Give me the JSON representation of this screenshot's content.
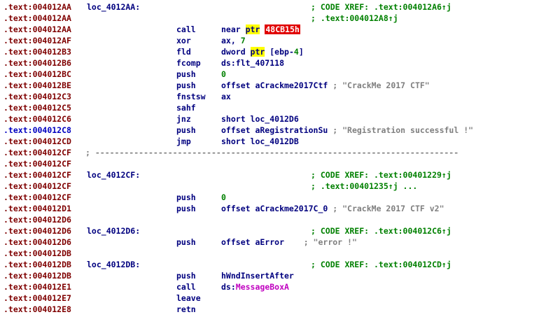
{
  "segment": ".text",
  "lines": [
    {
      "addr": "004012AA",
      "label": "loc_4012AA:",
      "xref": "; CODE XREF: .text:004012A6↑j"
    },
    {
      "addr": "004012AA",
      "xref": "; .text:004012A8↑j"
    },
    {
      "addr": "004012AA",
      "mnem": "call",
      "ops_pre": "near ",
      "ops_hl": "ptr",
      "ops_space": " ",
      "ops_red": "48CB15h"
    },
    {
      "addr": "004012AF",
      "mnem": "xor",
      "ops_pre": "ax, ",
      "ops_num": "7"
    },
    {
      "addr": "004012B3",
      "mnem": "fld",
      "ops_pre": "dword ",
      "ops_hl": "ptr",
      "ops_post": " [ebp-",
      "ops_num": "4",
      "ops_tail": "]"
    },
    {
      "addr": "004012B6",
      "mnem": "fcomp",
      "ops_pre": "ds:flt_407118"
    },
    {
      "addr": "004012BC",
      "mnem": "push",
      "ops_num": "0"
    },
    {
      "addr": "004012BE",
      "mnem": "push",
      "ops_pre": "offset aCrackme2017Ctf",
      "cmt": " ; \"CrackMe 2017 CTF\""
    },
    {
      "addr": "004012C3",
      "mnem": "fnstsw",
      "ops_pre": "ax"
    },
    {
      "addr": "004012C5",
      "mnem": "sahf"
    },
    {
      "addr": "004012C6",
      "mnem": "jnz",
      "ops_pre": "short loc_4012D6"
    },
    {
      "addr": "004012C8",
      "current": true,
      "mnem": "push",
      "ops_pre": "offset aRegistrationSu",
      "cmt": " ; \"Registration successful !\""
    },
    {
      "addr": "004012CD",
      "mnem": "jmp",
      "ops_pre": "short loc_4012DB"
    },
    {
      "addr": "004012CF",
      "separator": "; ---------------------------------------------------------------------------"
    },
    {
      "addr": "004012CF"
    },
    {
      "addr": "004012CF",
      "label": "loc_4012CF:",
      "xref": "; CODE XREF: .text:00401229↑j"
    },
    {
      "addr": "004012CF",
      "xref": "; .text:00401235↑j ..."
    },
    {
      "addr": "004012CF",
      "mnem": "push",
      "ops_num": "0"
    },
    {
      "addr": "004012D1",
      "mnem": "push",
      "ops_pre": "offset aCrackme2017C_0",
      "cmt": " ; \"CrackMe 2017 CTF v2\""
    },
    {
      "addr": "004012D6"
    },
    {
      "addr": "004012D6",
      "label": "loc_4012D6:",
      "xref": "; CODE XREF: .text:004012C6↑j"
    },
    {
      "addr": "004012D6",
      "mnem": "push",
      "ops_pre": "offset aError",
      "cmt": "    ; \"error !\""
    },
    {
      "addr": "004012DB"
    },
    {
      "addr": "004012DB",
      "label": "loc_4012DB:",
      "xref": "; CODE XREF: .text:004012CD↑j"
    },
    {
      "addr": "004012DB",
      "mnem": "push",
      "ops_pre": "hWndInsertAfter"
    },
    {
      "addr": "004012E1",
      "mnem": "call",
      "ops_pre": "ds:",
      "ops_imp": "MessageBoxA"
    },
    {
      "addr": "004012E7",
      "mnem": "leave"
    },
    {
      "addr": "004012E8",
      "mnem": "retn"
    }
  ]
}
